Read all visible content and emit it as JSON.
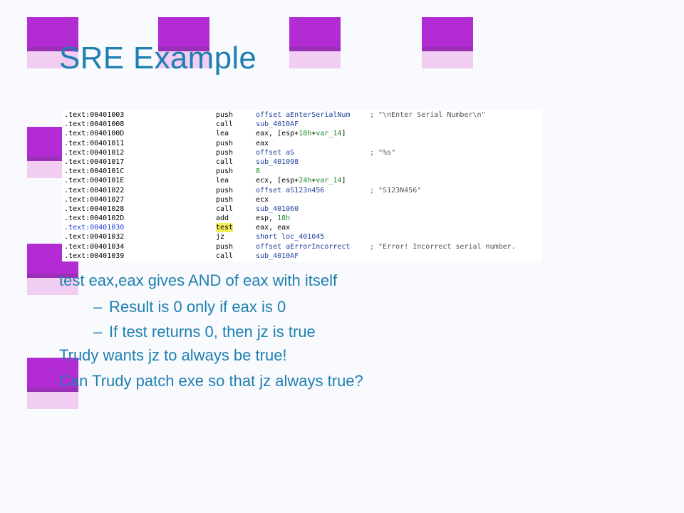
{
  "slide": {
    "title": "SRE Example",
    "code_lines": [
      {
        "addr": ".text:00401003",
        "mnemonic": "push",
        "operand": "offset aEnterSerialNum",
        "comment": "; \"\\nEnter Serial Number\\n\""
      },
      {
        "addr": ".text:00401008",
        "mnemonic": "call",
        "operand": "sub_4010AF",
        "comment": ""
      },
      {
        "addr": ".text:0040100D",
        "mnemonic": "lea",
        "operand": "eax, [esp+18h+var_14]",
        "comment": ""
      },
      {
        "addr": ".text:00401011",
        "mnemonic": "push",
        "operand": "eax",
        "comment": ""
      },
      {
        "addr": ".text:00401012",
        "mnemonic": "push",
        "operand": "offset aS",
        "comment": "; \"%s\""
      },
      {
        "addr": ".text:00401017",
        "mnemonic": "call",
        "operand": "sub_401098",
        "comment": ""
      },
      {
        "addr": ".text:0040101C",
        "mnemonic": "push",
        "operand": "8",
        "comment": ""
      },
      {
        "addr": ".text:0040101E",
        "mnemonic": "lea",
        "operand": "ecx, [esp+24h+var_14]",
        "comment": ""
      },
      {
        "addr": ".text:00401022",
        "mnemonic": "push",
        "operand": "offset aS123n456",
        "comment": "; \"S123N456\""
      },
      {
        "addr": ".text:00401027",
        "mnemonic": "push",
        "operand": "ecx",
        "comment": ""
      },
      {
        "addr": ".text:00401028",
        "mnemonic": "call",
        "operand": "sub_401060",
        "comment": ""
      },
      {
        "addr": ".text:0040102D",
        "mnemonic": "add",
        "operand": "esp, 18h",
        "comment": ""
      },
      {
        "addr": ".text:00401030",
        "mnemonic": "test",
        "operand": "eax, eax",
        "comment": ""
      },
      {
        "addr": ".text:00401032",
        "mnemonic": "jz",
        "operand": "short loc_401045",
        "comment": ""
      },
      {
        "addr": ".text:00401034",
        "mnemonic": "push",
        "operand": "offset aErrorIncorrect",
        "comment": "; \"Error! Incorrect serial number."
      },
      {
        "addr": ".text:00401039",
        "mnemonic": "call",
        "operand": "sub_4010AF",
        "comment": ""
      }
    ],
    "bullets": [
      "test eax,eax gives AND of eax with itself",
      "Result is 0 only if eax is 0",
      "If test returns 0, then jz is true",
      "Trudy wants jz to always be true!",
      "Can Trudy patch exe so that jz always true?"
    ],
    "sub_bullet_marker": "–",
    "colors": {
      "title": "#1f7fb0",
      "accent_square": "#b32bd3",
      "square_light": "#f0cdf1",
      "highlight": "#f5ef5a"
    }
  }
}
